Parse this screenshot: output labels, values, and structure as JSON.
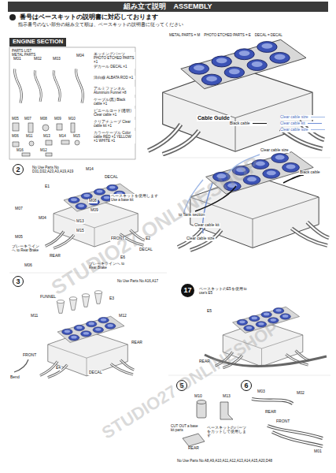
{
  "diagram": {
    "title": "組み立て説明　ASSEMBLY",
    "nodes": [
      {
        "text": [
          "ENGINE SECTION"
        ]
      },
      {
        "text": [
          "PARTS LIST",
          "METAL PARTS"
        ]
      },
      {
        "text": [
          "2"
        ]
      },
      {
        "text": [
          "3"
        ]
      },
      {
        "text": [
          "17"
        ]
      },
      {
        "text": [
          "5"
        ]
      },
      {
        "text": [
          "6"
        ]
      }
    ],
    "labels": [
      "番号はベースキットの説明書に対応しております",
      "指示番号のない部分の組み立て順は、ベースキットの説明書に従ってください",
      "METAL PARTS = M　PHOTO ETCHED PARTS = E　DECAL = DECAL",
      "M01",
      "M02",
      "M03",
      "M04",
      "M05",
      "M06",
      "M07",
      "M08",
      "M09",
      "M10",
      "M11",
      "M12",
      "M13",
      "M14",
      "M15",
      "M16",
      "エッチングパーツ PHOTO ETCHED PARTS ×1",
      "デカール DECAL ×1",
      "洋白線 ALBATA ROD ×1",
      "アルミファンネル Aluminum Funnel ×8",
      "ケーブル(黒) Black cable ×1",
      "ビニールコード(透明) Clear cable ×1",
      "クリアチューブ Clear cable kit ×1",
      "カラーケーブル Color cable RED ×1 YELLOW ×1 WHITE ×1",
      "Cable Guide",
      "to Tank section",
      "Clear cable kit",
      "Clear cable size",
      "Clear cable size",
      "Black cable",
      "No Use Parts No D31,D32,A23,A3,A19,A19",
      "M14",
      "DECAL",
      "E1",
      "M08",
      "ベースキットを使用します Use a base kit",
      "M09",
      "M13",
      "M15",
      "M07",
      "M04",
      "M05",
      "ブレーキラインへ to Rear Brake",
      "M06",
      "REAR",
      "FRONT",
      "E2",
      "E6",
      "DECAL",
      "ブレーキラインへ to Rear Brake",
      "No Use Parts No A16,A17",
      "FUNNEL",
      "E3",
      "M11",
      "M12",
      "REAR",
      "FRONT",
      "E4",
      "Bend",
      "DECAL",
      "ベースキットのE5を使用 to use's E5",
      "E5",
      "REAR",
      "M10",
      "M13",
      "CUT OUT a base kit parts",
      "ベースキットのパーツをカットして使用します",
      "REAR",
      "M03",
      "M02",
      "REAR",
      "FRONT",
      "M01",
      "No Use Parts No A8,A9,A10,A11,A12,A13,A14,A15,A20,D48",
      "STUDIO27 ONLINESHOP",
      "STUDIO27 ONLINESHOP"
    ],
    "legend": [
      {
        "text": "Black cable"
      },
      {
        "text": "Clear cable size"
      },
      {
        "text": "Clear cable kit"
      },
      {
        "text": "Clear cable size"
      }
    ]
  }
}
